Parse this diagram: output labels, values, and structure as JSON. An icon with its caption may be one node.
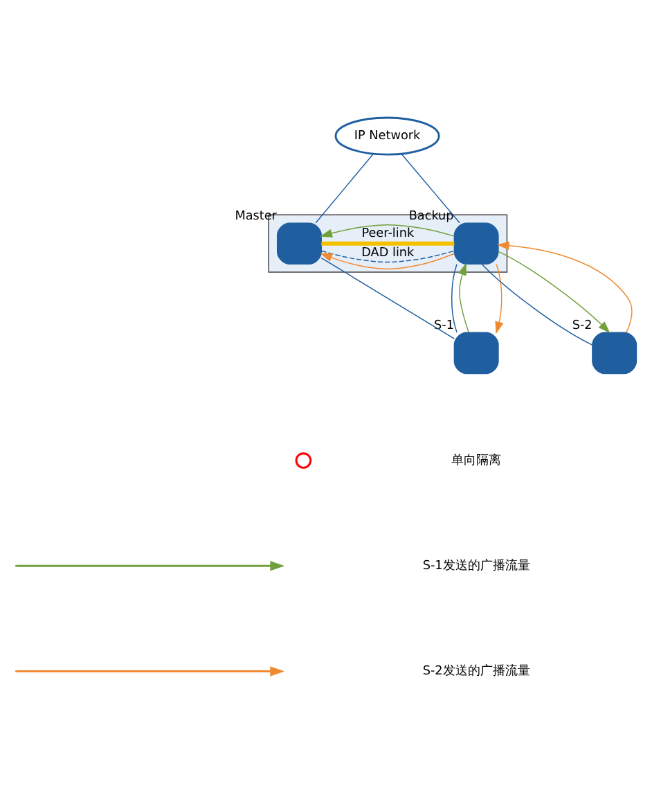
{
  "diagram": {
    "nodes": [
      {
        "text": [
          "IP Network"
        ]
      },
      {
        "text": [],
        "shape": "box"
      },
      {
        "text": [],
        "shape": "box",
        "in": 1,
        "beside": [
          "Master"
        ]
      },
      {
        "text": [],
        "shape": "box",
        "in": 1,
        "beside": [
          "Backup"
        ]
      },
      {
        "text": [],
        "shape": "box",
        "beside": [
          "S-1"
        ]
      },
      {
        "text": [],
        "shape": "box",
        "beside": [
          "S-2"
        ]
      }
    ],
    "edges": [
      {
        "from": 0,
        "to": 2,
        "arrow": "none"
      },
      {
        "from": 0,
        "to": 3,
        "arrow": "none"
      },
      {
        "from": 2,
        "to": 3,
        "arrow": "none",
        "label": "DAD link",
        "style": "dashed"
      },
      {
        "from": 2,
        "to": 3,
        "arrow": "none",
        "label": "Peer-link",
        "style": "thick",
        "color": "#f5c000"
      },
      {
        "from": 3,
        "to": 2,
        "arrow": "to",
        "color": "#70a03c"
      },
      {
        "from": 3,
        "to": 2,
        "arrow": "to",
        "color": "#f08a30"
      },
      {
        "from": 2,
        "to": 4,
        "arrow": "none"
      },
      {
        "from": 3,
        "to": 4,
        "arrow": "none"
      },
      {
        "from": 3,
        "to": 5,
        "arrow": "none"
      },
      {
        "from": 3,
        "to": 4,
        "arrow": "to",
        "color": "#f08a30"
      },
      {
        "from": 4,
        "to": 3,
        "arrow": "to",
        "color": "#70a03c"
      },
      {
        "from": 5,
        "to": 3,
        "arrow": "to",
        "color": "#f08a30"
      },
      {
        "from": 3,
        "to": 5,
        "arrow": "to",
        "color": "#70a03c"
      }
    ],
    "legend": [
      {
        "text": "单向隔离"
      },
      {
        "text": "S-1发送的广播流量"
      },
      {
        "text": "S-2发送的广播流量"
      }
    ]
  }
}
